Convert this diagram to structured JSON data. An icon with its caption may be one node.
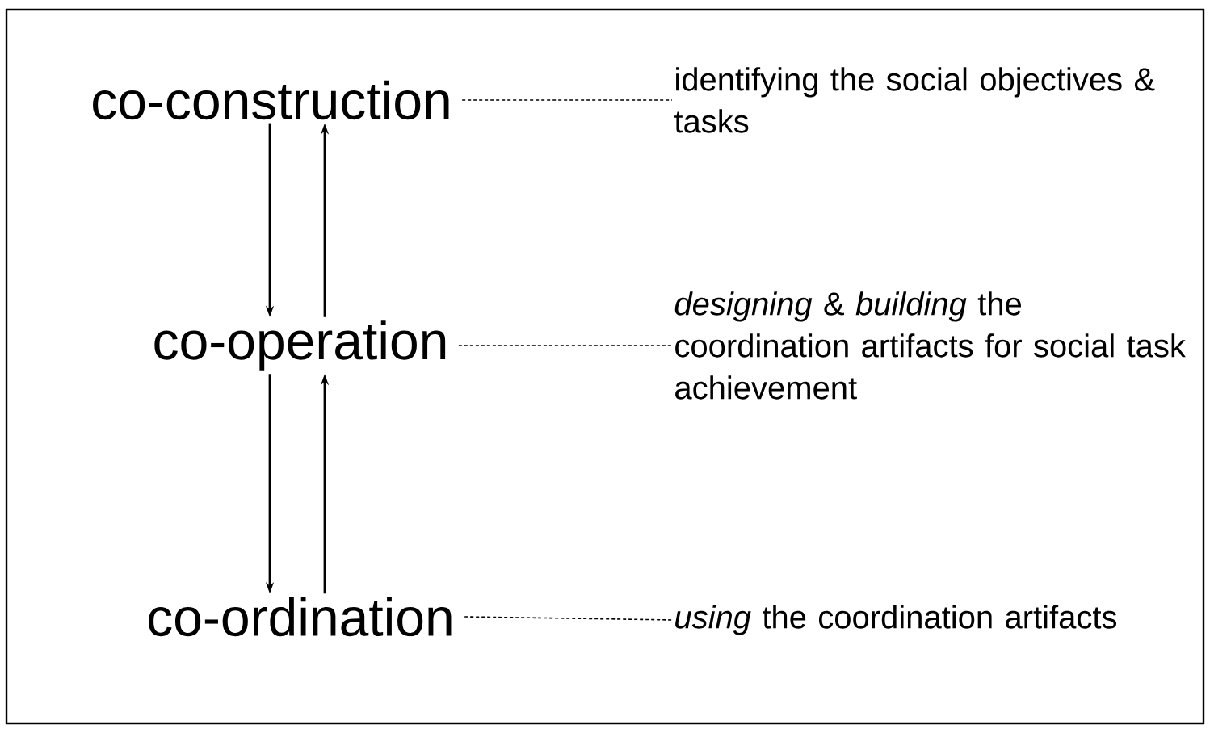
{
  "diagram": {
    "nodes": [
      {
        "text": [
          "co-construction"
        ]
      },
      {
        "text": [
          "co-operation"
        ]
      },
      {
        "text": [
          "co-ordination"
        ]
      },
      {
        "text": [
          "identifying the social objectives & tasks"
        ]
      },
      {
        "text": [
          "*designing* & *building* the coordination artifacts for social task achievement"
        ]
      },
      {
        "text": [
          "*using* the coordination artifacts"
        ]
      }
    ],
    "edges": [
      {
        "from": 0,
        "to": 1,
        "arrow": "to"
      },
      {
        "from": 1,
        "to": 0,
        "arrow": "to"
      },
      {
        "from": 1,
        "to": 2,
        "arrow": "to"
      },
      {
        "from": 2,
        "to": 1,
        "arrow": "to"
      },
      {
        "from": 0,
        "to": 3,
        "arrow": "none",
        "style": "dashed"
      },
      {
        "from": 1,
        "to": 4,
        "arrow": "none",
        "style": "dashed"
      },
      {
        "from": 2,
        "to": 5,
        "arrow": "none",
        "style": "dashed"
      }
    ]
  }
}
